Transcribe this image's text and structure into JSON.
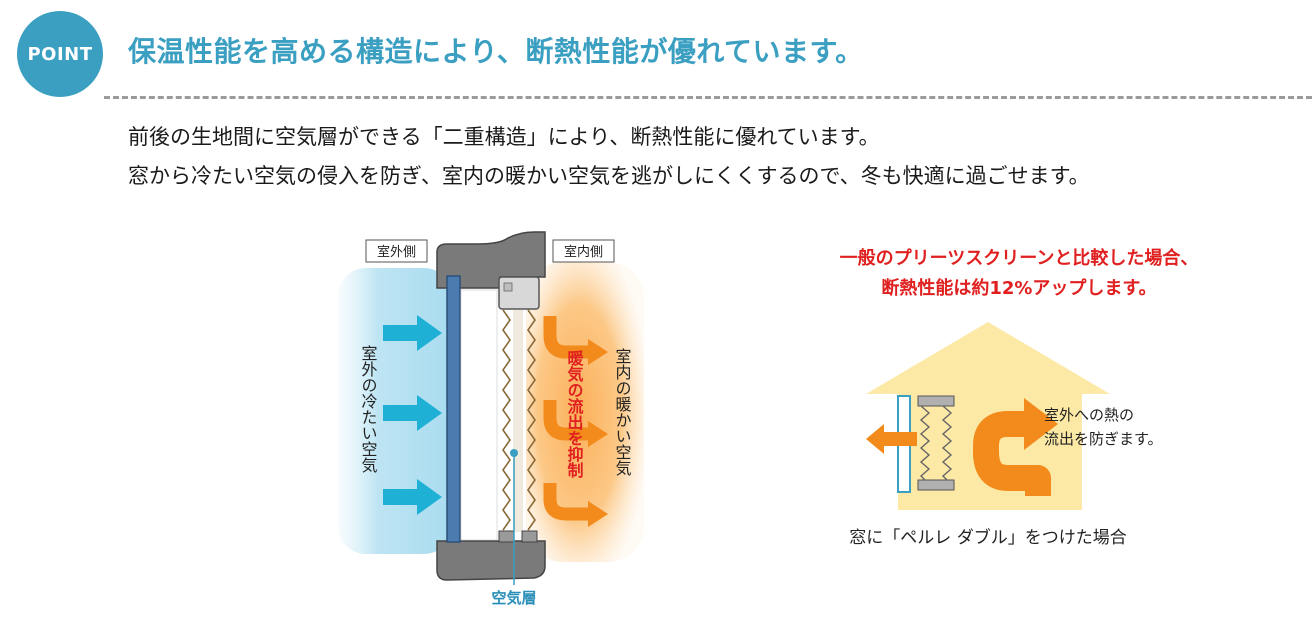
{
  "badge": "POINT",
  "headline": "保温性能を高める構造により、断熱性能が優れています。",
  "body_lines": [
    "前後の生地間に空気層ができる「二重構造」により、断熱性能に優れています。",
    "窓から冷たい空気の侵入を防ぎ、室内の暖かい空気を逃がしにくくするので、冬も快適に過ごせます。"
  ],
  "cross_section": {
    "outdoor_tag": "室外側",
    "indoor_tag": "室内側",
    "cold_air_label": "室外の冷たい空気",
    "warm_air_label": "室内の暖かい空気",
    "suppression_label": "暖気の流出を抑制",
    "air_layer_label": "空気層"
  },
  "comparison": {
    "line1": "一般のプリーツスクリーンと比較した場合、",
    "line2": "断熱性能は約12%アップします。"
  },
  "house": {
    "note_line1": "室外への熱の",
    "note_line2": "流出を防ぎます。",
    "caption": "窓に「ペルレ ダブル」をつけた場合"
  },
  "colors": {
    "brand_blue": "#3b9fc2",
    "cold_arrow": "#1fb0d6",
    "warm_arrow": "#f28a1c",
    "accent_red": "#e02020",
    "house_yellow": "#fde9a6"
  }
}
